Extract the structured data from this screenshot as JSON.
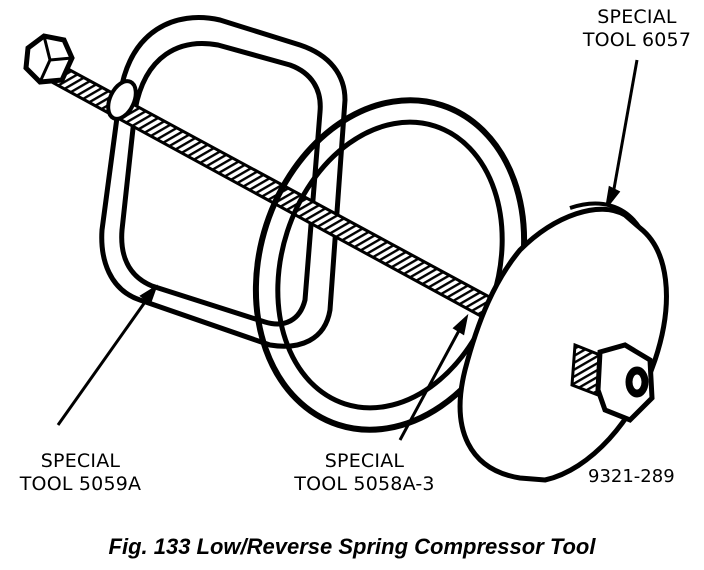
{
  "labels": {
    "tool_6057": {
      "line1": "SPECIAL",
      "line2": "TOOL 6057"
    },
    "tool_5059a": {
      "line1": "SPECIAL",
      "line2": "TOOL 5059A"
    },
    "tool_5058a3": {
      "line1": "SPECIAL",
      "line2": "TOOL 5058A-3"
    }
  },
  "figure_code": "9321-289",
  "caption": "Fig. 133 Low/Reverse Spring Compressor Tool"
}
